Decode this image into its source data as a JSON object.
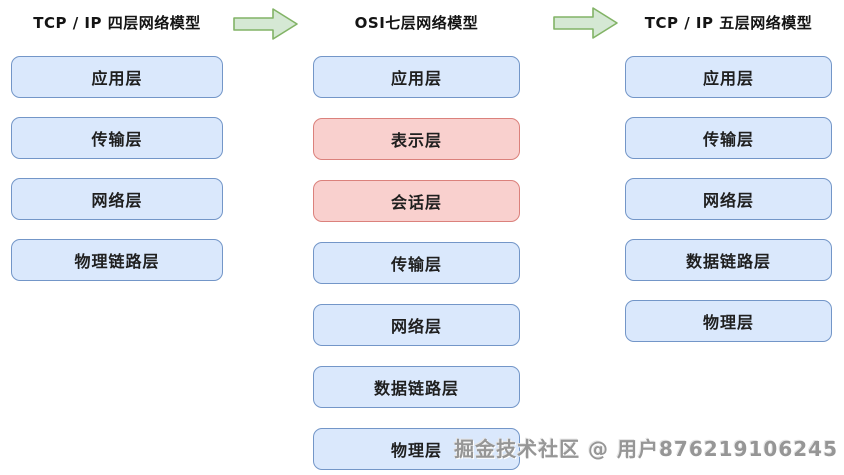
{
  "diagram": {
    "columns": [
      {
        "title": "TCP / IP 四层网络模型",
        "layers": [
          {
            "label": "应用层",
            "highlight": false
          },
          {
            "label": "传输层",
            "highlight": false
          },
          {
            "label": "网络层",
            "highlight": false
          },
          {
            "label": "物理链路层",
            "highlight": false
          }
        ]
      },
      {
        "title": "OSI七层网络模型",
        "layers": [
          {
            "label": "应用层",
            "highlight": false
          },
          {
            "label": "表示层",
            "highlight": true
          },
          {
            "label": "会话层",
            "highlight": true
          },
          {
            "label": "传输层",
            "highlight": false
          },
          {
            "label": "网络层",
            "highlight": false
          },
          {
            "label": "数据链路层",
            "highlight": false
          },
          {
            "label": "物理层",
            "highlight": false
          }
        ]
      },
      {
        "title": "TCP / IP 五层网络模型",
        "layers": [
          {
            "label": "应用层",
            "highlight": false
          },
          {
            "label": "传输层",
            "highlight": false
          },
          {
            "label": "网络层",
            "highlight": false
          },
          {
            "label": "数据链路层",
            "highlight": false
          },
          {
            "label": "物理层",
            "highlight": false
          }
        ]
      }
    ],
    "arrows": [
      {
        "direction": "right"
      },
      {
        "direction": "right"
      }
    ],
    "watermark": "掘金技术社区 @ 用户876219106245",
    "colors": {
      "layer_blue_fill": "#DAE8FC",
      "layer_blue_border": "#7396C8",
      "layer_pink_fill": "#F9D0CE",
      "layer_pink_border": "#DB817C",
      "arrow_fill": "#D5E8D4",
      "arrow_border": "#82B366",
      "watermark_text": "#969696",
      "text": "#1F1F1F",
      "background": "#FFFFFF"
    }
  }
}
